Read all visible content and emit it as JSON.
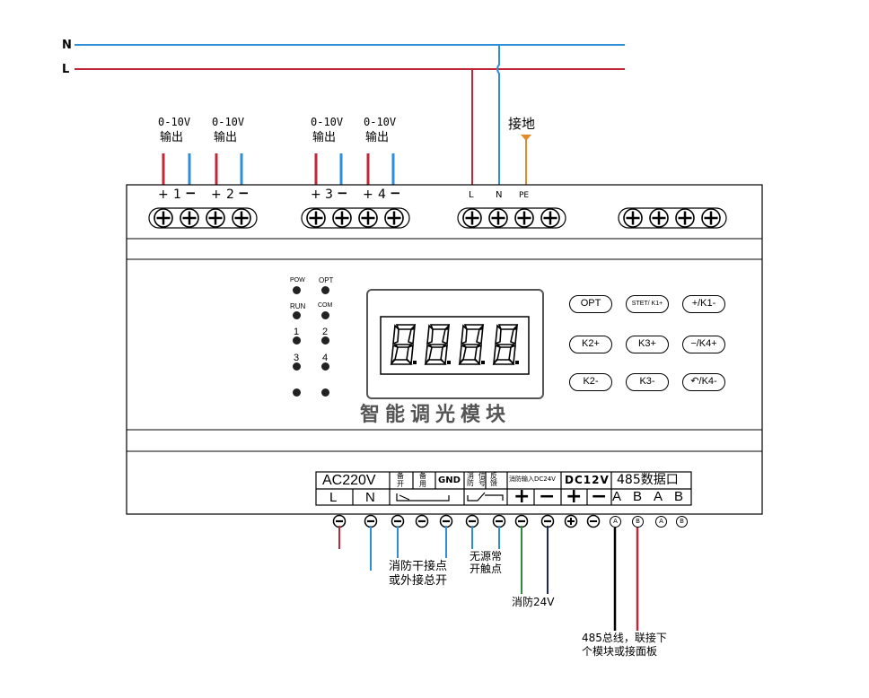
{
  "power_lines": {
    "n_label": "N",
    "l_label": "L",
    "n_color": "#2e8fd8",
    "l_color": "#c0283a"
  },
  "top_outputs": [
    {
      "range": "0-10V",
      "word": "输出"
    },
    {
      "range": "0-10V",
      "word": "输出"
    },
    {
      "range": "0-10V",
      "word": "输出"
    },
    {
      "range": "0-10V",
      "word": "输出"
    }
  ],
  "top_channels": [
    {
      "plus": "+",
      "num": "1",
      "minus": "−"
    },
    {
      "plus": "+",
      "num": "2",
      "minus": "−"
    },
    {
      "plus": "+",
      "num": "3",
      "minus": "−"
    },
    {
      "plus": "+",
      "num": "4",
      "minus": "−"
    }
  ],
  "ground": {
    "label": "接地",
    "color": "#e38a2b"
  },
  "power_terminals": {
    "l": "L",
    "n": "N",
    "pe": "PE"
  },
  "leds": {
    "left": [
      "POW",
      "RUN",
      "1",
      "3",
      ""
    ],
    "right": [
      "OPT",
      "COM",
      "2",
      "4",
      ""
    ]
  },
  "display": {
    "digits": [
      "8",
      "8",
      "8",
      "8"
    ],
    "title": "智能调光模块"
  },
  "buttons": [
    [
      "OPT",
      "STET/ K1+",
      "+/K1-"
    ],
    [
      "K2+",
      "K3+",
      "−/K4+"
    ],
    [
      "K2-",
      "K3-",
      "↶/K4-"
    ]
  ],
  "bottom_header": {
    "ac": "AC220V",
    "l": "L",
    "n": "N",
    "backup1_top": "备",
    "backup1_bottom": "开",
    "backup2_top": "备",
    "backup2_bottom": "用",
    "gnd": "GND",
    "fire_cells": [
      "消防",
      "信号",
      "反馈"
    ],
    "fire_input": "消防输入DC24V",
    "dc": "DC12V",
    "rs485": "485数据口",
    "ab": [
      "A",
      "B",
      "A",
      "B"
    ]
  },
  "bottom_terminals_circ": [
    "A",
    "B",
    "A",
    "B"
  ],
  "annotations": {
    "dry_contact_1": "消防干接点",
    "dry_contact_2": "或外接总开",
    "passive_1": "无源常",
    "passive_2": "开触点",
    "fire24": "消防24V",
    "bus_1": "485总线，联接下",
    "bus_2": "个模块或接面板"
  },
  "wire_colors": {
    "red": "#c0283a",
    "blue": "#2e8fd8",
    "green": "#2d8a3e",
    "navy": "#1b2a5c",
    "black": "#000000"
  }
}
